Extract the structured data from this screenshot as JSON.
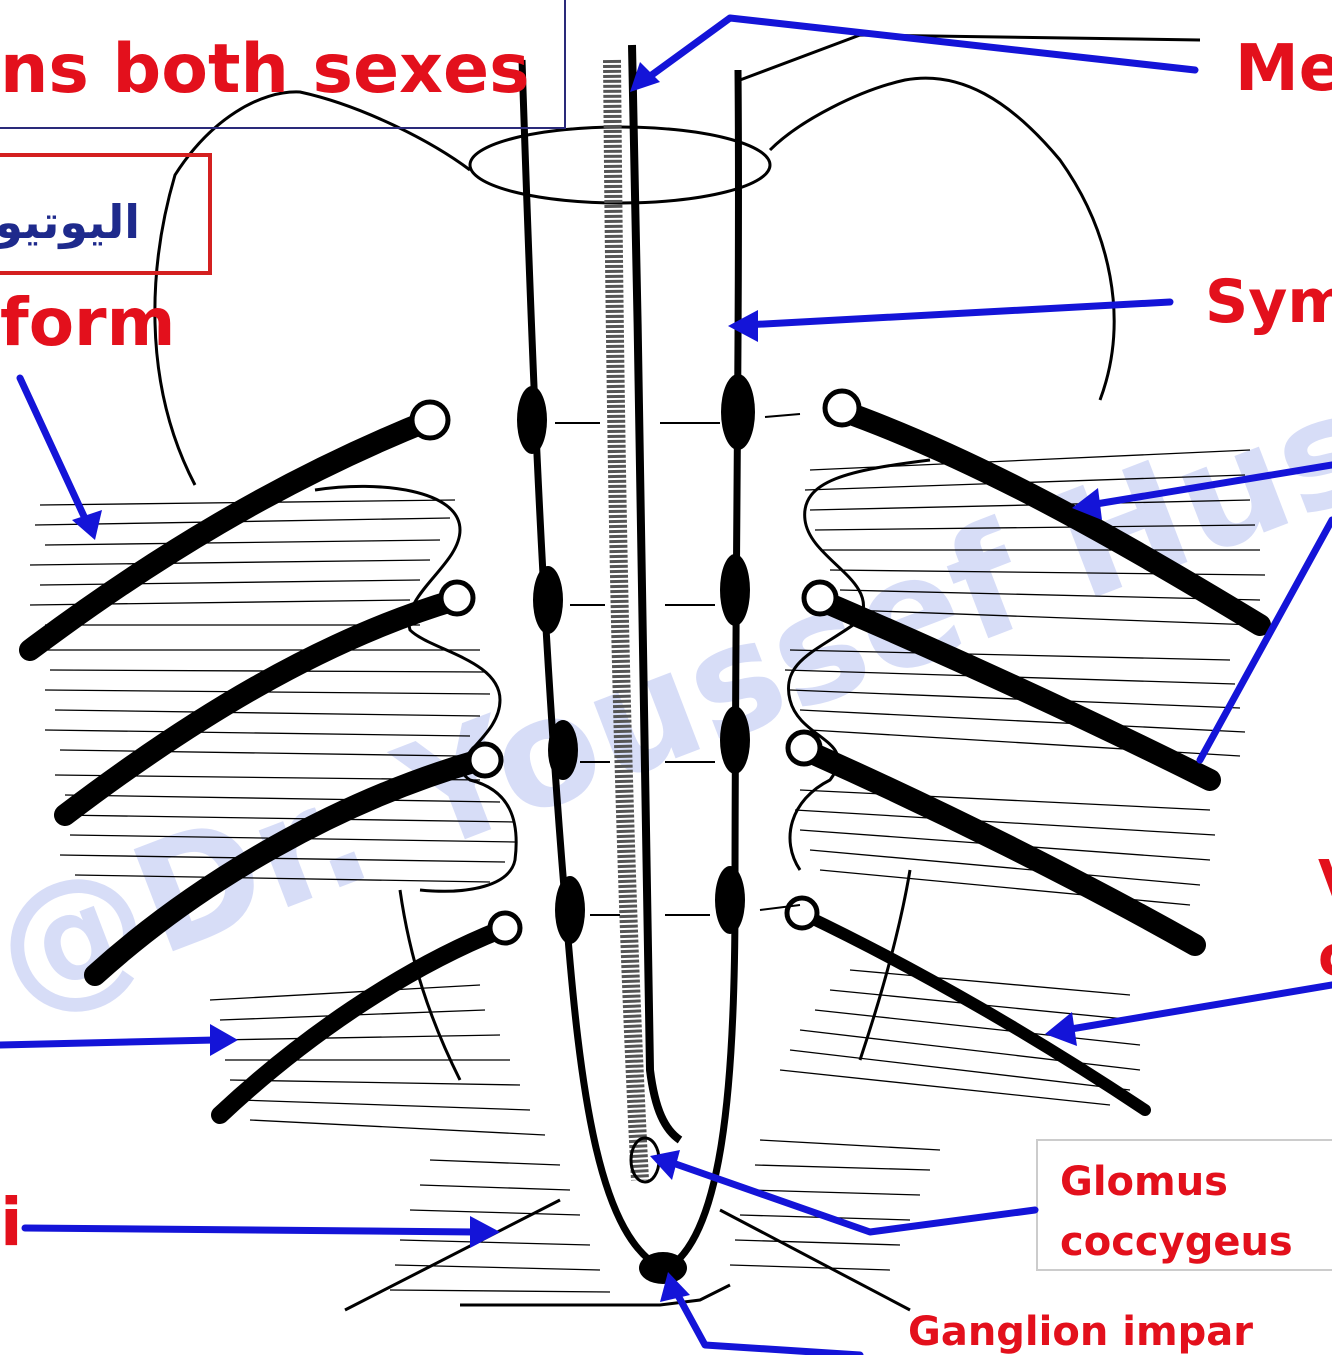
{
  "title_fragment": "ns both sexes",
  "arabic_fragment": "اليوتيو",
  "watermark": "@Dr. Youssef Hus",
  "labels": {
    "top_right": "Me",
    "sympathetic_fragment": "Sym",
    "left_fragment": "form",
    "bottom_left_fragment": "i",
    "right_fragment_1": "V",
    "right_fragment_2": "c",
    "glomus_line1": "Glomus",
    "glomus_line2": "coccygeus",
    "ganglion_impar": "Ganglion impar"
  },
  "colors": {
    "label_red": "#e3101c",
    "arrow_blue": "#1414d8",
    "arabic_navy": "#1e2a8c",
    "watermark": "#b8c2f2",
    "box_border_red": "#d42020",
    "box_border_navy": "#2a2a7a"
  }
}
